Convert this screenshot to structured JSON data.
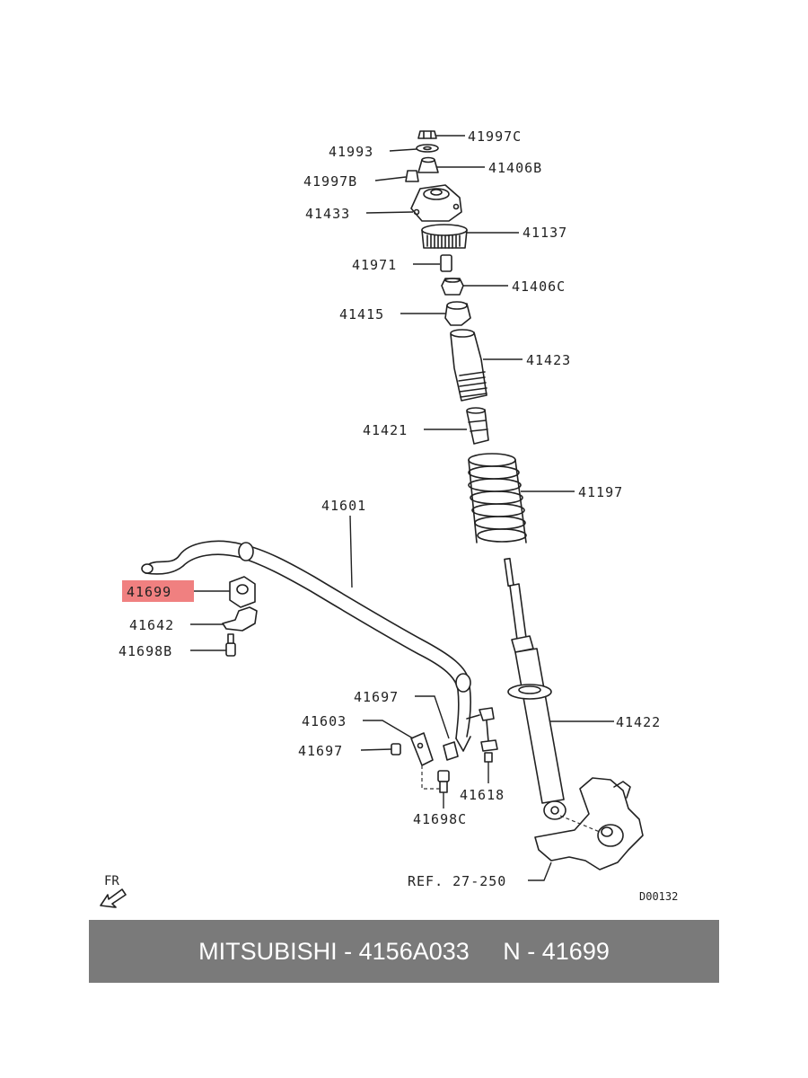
{
  "diagram": {
    "labels": {
      "p41997c": "41997C",
      "p41993": "41993",
      "p41406b": "41406B",
      "p41997b": "41997B",
      "p41433": "41433",
      "p41137": "41137",
      "p41971": "41971",
      "p41406c": "41406C",
      "p41415": "41415",
      "p41423": "41423",
      "p41421": "41421",
      "p41197": "41197",
      "p41601": "41601",
      "p41699": "41699",
      "p41642": "41642",
      "p41698b": "41698B",
      "p41697a": "41697",
      "p41603": "41603",
      "p41697b": "41697",
      "p41618": "41618",
      "p41698c": "41698C",
      "p41422": "41422",
      "ref": "REF. 27-250"
    },
    "highlighted_part": "41699",
    "highlight_color": "#f08080",
    "direction_label": "FR",
    "drawing_code": "D00132"
  },
  "footer": {
    "brand": "MITSUBISHI",
    "part_number": "4156A033",
    "n_label": "N",
    "n_value": "41699",
    "text": "MITSUBISHI - 4156A033     N - 41699"
  }
}
